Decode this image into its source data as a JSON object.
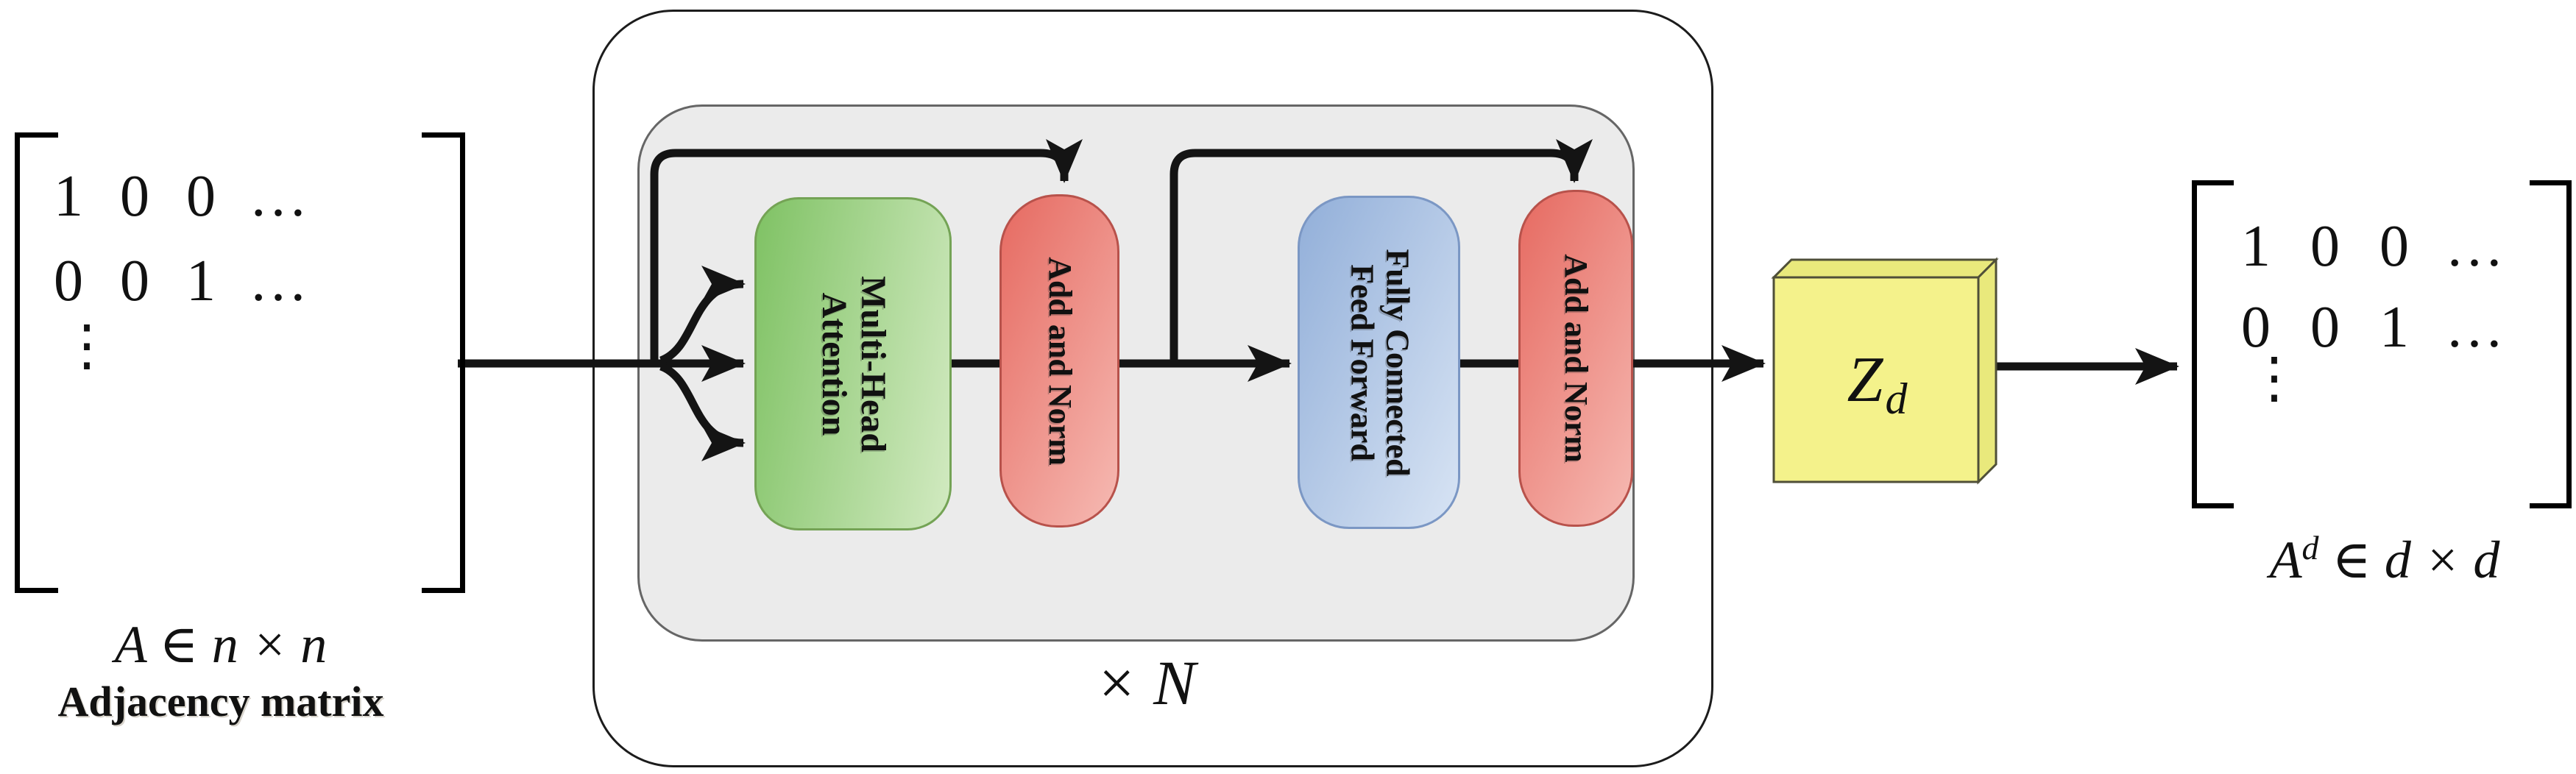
{
  "colors": {
    "line": "#141414",
    "outer_border": "#1c1c1c",
    "inner_fill": "#ebebeb",
    "inner_border": "#666666",
    "attention_from": "#7fc264",
    "attention_to": "#d2eac1",
    "attention_border": "#74a355",
    "addnorm_from": "#e66a61",
    "addnorm_to": "#f6bab3",
    "addnorm_border": "#b8524b",
    "ffn_from": "#92afd9",
    "ffn_to": "#d8e4f4",
    "ffn_border": "#7b97c4",
    "zd_front": "#f4f28b",
    "zd_side": "#e9e97c",
    "zd_border": "#4f4f38"
  },
  "input_matrix": {
    "row1": [
      "1",
      "0",
      "0",
      "…"
    ],
    "row2": [
      "0",
      "0",
      "1",
      "…"
    ],
    "vdots": "⋮",
    "math_label": "A ∈ n × n",
    "caption": "Adjacency matrix"
  },
  "encoder": {
    "repeat_label": "× N",
    "attention": {
      "line1": "Multi-Head",
      "line2": "Attention"
    },
    "addnorm1": {
      "line1": "Add and Norm"
    },
    "ffn": {
      "line1": "Fully Connected",
      "line2": "Feed Forward"
    },
    "addnorm2": {
      "line1": "Add and Norm"
    }
  },
  "embedding": {
    "symbol": "Z",
    "subscript": "d"
  },
  "output_matrix": {
    "row1": [
      "1",
      "0",
      "0",
      "…"
    ],
    "row2": [
      "0",
      "0",
      "1",
      "…"
    ],
    "vdots": "⋮",
    "math_label_base": "A",
    "math_label_sup": "d",
    "math_label_rest": " ∈ d × d"
  }
}
